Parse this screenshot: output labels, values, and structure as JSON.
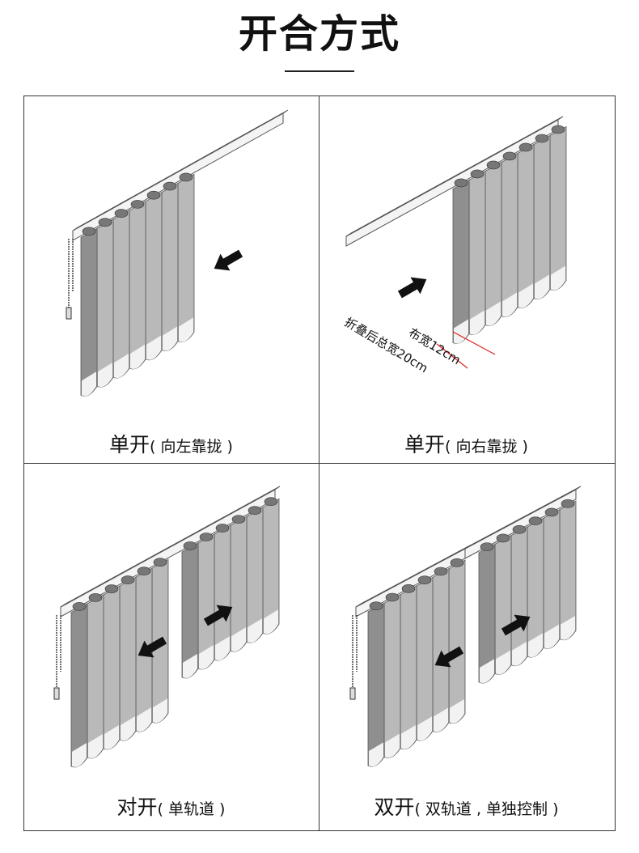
{
  "title": "开合方式",
  "panels": [
    {
      "main": "单开",
      "sub": "( 向左靠拢 )"
    },
    {
      "main": "单开",
      "sub": "( 向右靠拢 )",
      "dim_fabric": "布宽12cm",
      "dim_total": "折叠后总宽20cm"
    },
    {
      "main": "对开",
      "sub": "( 单轨道 )"
    },
    {
      "main": "双开",
      "sub": "( 双轨道 , 单独控制 )"
    }
  ],
  "colors": {
    "slat": "#b9b9b9",
    "slat_dark": "#8f8f8f",
    "outline": "#555555",
    "dimension": "#e02020",
    "arrow": "#111111"
  }
}
